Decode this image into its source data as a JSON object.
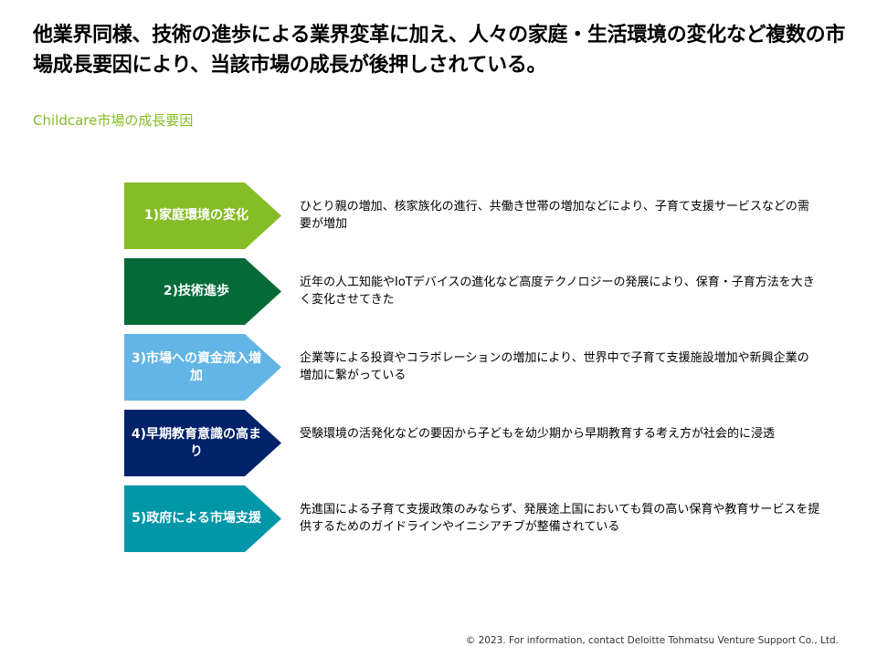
{
  "headline": "他業界同様、技術の進歩による業界変革に加え、人々の家庭・生活環境の変化など複数の市場成長要因により、当該市場の成長が後押しされている。",
  "subtitle": "Childcare市場の成長要因",
  "colors": {
    "subtitle": "#86bc25",
    "factor_1": "#86bc25",
    "factor_2": "#046a38",
    "factor_3": "#62b5e5",
    "factor_4": "#012169",
    "factor_5": "#0097a9"
  },
  "factors": [
    {
      "label": "1)家庭環境の変化",
      "description": "ひとり親の増加、核家族化の進行、共働き世帯の増加などにより、子育て支援サービスなどの需要が増加"
    },
    {
      "label": "2)技術進歩",
      "description": "近年の人工知能やIoTデバイスの進化など高度テクノロジーの発展により、保育・子育方法を大きく変化させてきた"
    },
    {
      "label": "3)市場への資金流入増加",
      "description": "企業等による投資やコラボレーションの増加により、世界中で子育て支援施設増加や新興企業の増加に繋がっている"
    },
    {
      "label": "4)早期教育意識の高まり",
      "description": "受験環境の活発化などの要因から子どもを幼少期から早期教育する考え方が社会的に浸透"
    },
    {
      "label": "5)政府による市場支援",
      "description": "先進国による子育て支援政策のみならず、発展途上国においても質の高い保育や教育サービスを提供するためのガイドラインやイニシアチブが整備されている"
    }
  ],
  "footer": "© 2023. For information, contact Deloitte Tohmatsu Venture Support Co., Ltd."
}
